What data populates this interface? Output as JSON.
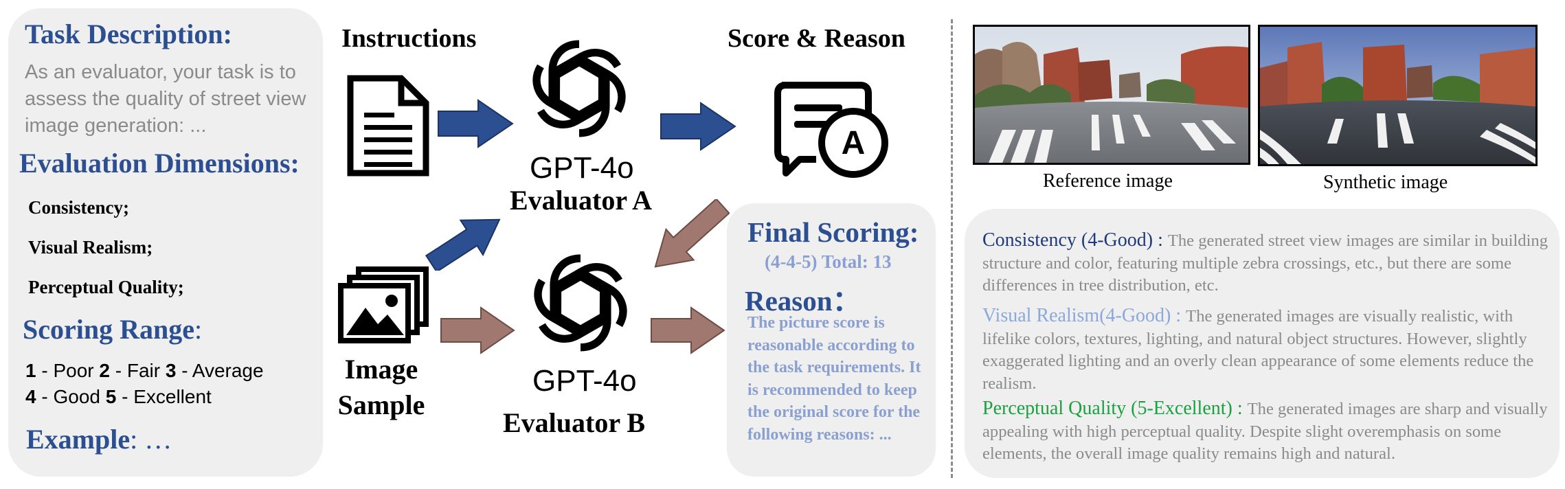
{
  "left_panel": {
    "task_title": "Task Description:",
    "task_text": "As an evaluator, your task is to assess the quality of street view image generation: ...",
    "dims_title": "Evaluation Dimensions:",
    "dims": [
      "Consistency;",
      "Visual Realism;",
      "Perceptual Quality;"
    ],
    "range_title": "Scoring Range",
    "range_colon": ":",
    "range_line1": {
      "n1": "1",
      "t1": " - Poor ",
      "n2": "2",
      "t2": " - Fair ",
      "n3": "3",
      "t3": " - Average"
    },
    "range_line2": {
      "n4": "4",
      "t4": " - Good ",
      "n5": "5",
      "t5": " - Excellent"
    },
    "example_title": "Example",
    "example_rest": ": …"
  },
  "middle": {
    "instructions": "Instructions",
    "score_reason": "Score & Reason",
    "gpt_a": "GPT-4o",
    "evaluator_a": "Evaluator A",
    "gpt_b": "GPT-4o",
    "evaluator_b": "Evaluator B",
    "image_sample_1": "Image",
    "image_sample_2": "Sample",
    "badge_letter": "A"
  },
  "final": {
    "title": "Final Scoring:",
    "total": "(4-4-5) Total: 13",
    "reason_title": "Reason：",
    "reason_text": "The picture score is reasonable according to the task requirements. It is recommended to keep the original score for the following reasons: ..."
  },
  "right": {
    "ref_caption": "Reference image",
    "syn_caption": "Synthetic image",
    "c1_label": "Consistency (4-Good) : ",
    "c1_text": "The generated street view images are similar in building structure and color, featuring multiple zebra crossings, etc., but there are some differences in tree distribution, etc.",
    "c2_label": "Visual Realism(4-Good) : ",
    "c2_text": "The generated images are visually realistic, with lifelike colors, textures, lighting, and natural object structures. However, slightly exaggerated lighting and an overly clean appearance of some elements reduce the realism.",
    "c3_label": "Perceptual Quality (5-Excellent) : ",
    "c3_text": "The generated images are sharp and visually appealing with high perceptual quality. Despite slight overemphasis on some elements, the overall image quality remains high and natural."
  },
  "colors": {
    "blue_arrow": "#2b4f90",
    "brown_arrow": "#a07870",
    "heading_blue": "#2b4f90",
    "light_blue": "#8aa0d0",
    "green": "#1aa040",
    "panel_gray": "#efefef"
  },
  "icons": [
    "document-icon",
    "openai-logo-icon",
    "chat-score-icon",
    "image-stack-icon",
    "arrow-right-icon"
  ]
}
